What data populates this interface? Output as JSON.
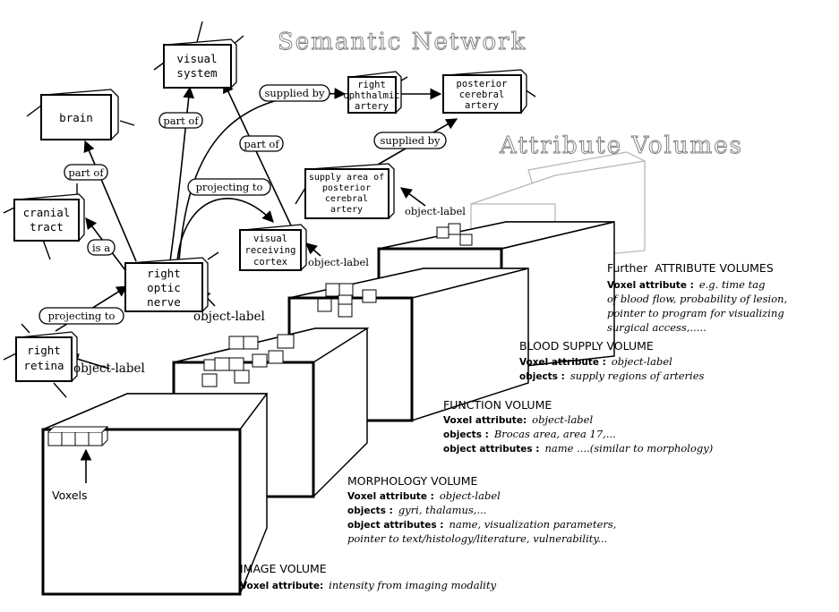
{
  "titles": {
    "semantic_network": "Semantic  Network",
    "attribute_volumes": "Attribute  Volumes"
  },
  "nodes": {
    "visual_system": [
      "visual",
      "system"
    ],
    "brain": [
      "brain"
    ],
    "right_ophthalmic_artery": [
      "right",
      "ophthalmic",
      "artery"
    ],
    "posterior_cerebral_artery": [
      "posterior",
      "cerebral",
      "artery"
    ],
    "cranial_tract": [
      "cranial",
      "tract"
    ],
    "supply_area": [
      "supply  area  of",
      "posterior",
      "cerebral",
      "artery"
    ],
    "visual_receiving_cortex": [
      "visual",
      "receiving",
      "cortex"
    ],
    "right_optic_nerve": [
      "right",
      "optic",
      "nerve"
    ],
    "right_retina": [
      "right",
      "retina"
    ]
  },
  "edge_labels": {
    "part_of_visual": "part of",
    "part_of_brain": "part of",
    "part_of_cortex": "part of",
    "supplied_by_1": "supplied by",
    "supplied_by_2": "supplied by",
    "projecting_to_cortex": "projecting to",
    "projecting_to_nerve": "projecting to",
    "is_a": "is a"
  },
  "object_labels": {
    "cortex": "object-label",
    "supply_area": "object-label",
    "nerve": "object-label",
    "retina": "object-label"
  },
  "voxels_label": "Voxels",
  "volumes": {
    "further": {
      "title_prefix": "Further",
      "title_rest": "ATTRIBUTE  VOLUMES",
      "attr_key": "Voxel attribute :",
      "attr_val": "e.g. time tag",
      "lines": [
        "of blood flow, probability of lesion,",
        "pointer to program for visualizing",
        "surgical access,....."
      ]
    },
    "blood": {
      "title": "BLOOD  SUPPLY  VOLUME",
      "attr_key": "Voxel attribute  :",
      "attr_val": "object-label",
      "obj_key": "objects :",
      "obj_val": "supply regions of arteries"
    },
    "function": {
      "title": "FUNCTION  VOLUME",
      "attr_key": "Voxel attribute:",
      "attr_val": "object-label",
      "obj_key": "objects :",
      "obj_val": "Brocas area, area 17,...",
      "oa_key": "object attributes :",
      "oa_val": "name ....(similar to morphology)"
    },
    "morphology": {
      "title": "MORPHOLOGY  VOLUME",
      "attr_key": "Voxel attribute  :",
      "attr_val": "object-label",
      "obj_key": "objects  :",
      "obj_val": "gyri, thalamus,...",
      "oa_key": "object attributes :",
      "oa_val": "name, visualization parameters,",
      "oa_val2": "pointer to text/histology/literature, vulnerability..."
    },
    "image": {
      "title": "IMAGE  VOLUME",
      "attr_key": "Voxel attribute:",
      "attr_val": "intensity from imaging modality"
    }
  }
}
